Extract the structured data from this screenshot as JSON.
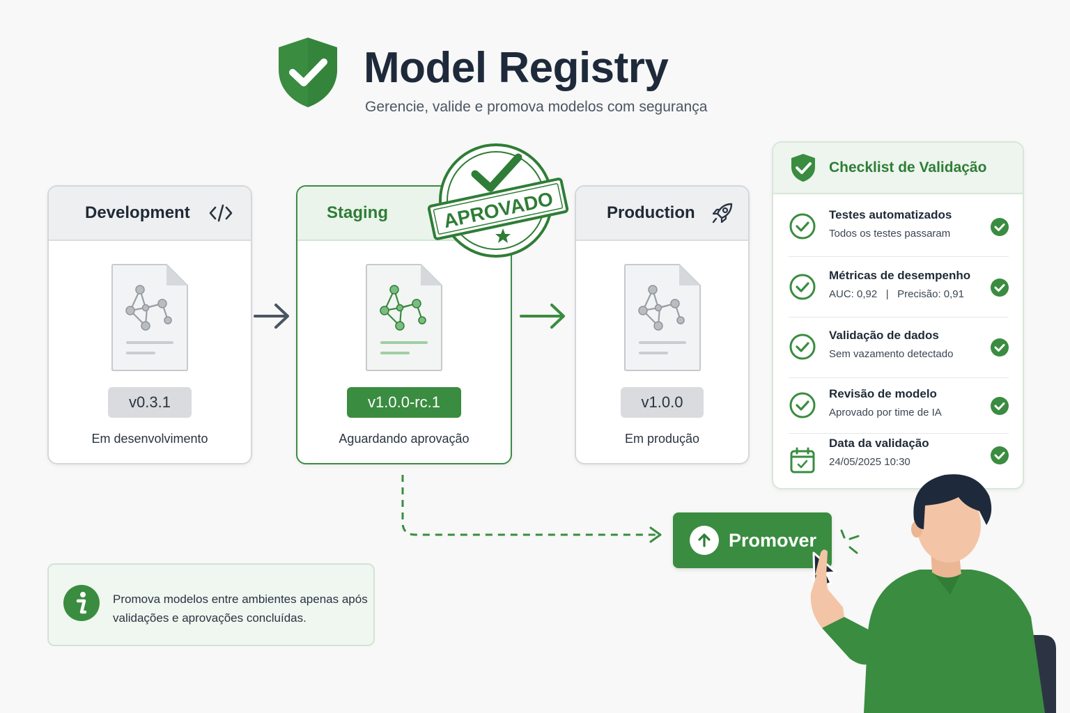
{
  "header": {
    "title": "Model Registry",
    "subtitle": "Gerencie, valide e promova modelos com segurança"
  },
  "stages": [
    {
      "name": "Development",
      "icon": "code-icon",
      "version": "v0.3.1",
      "status": "Em desenvolvimento"
    },
    {
      "name": "Staging",
      "icon": "",
      "version": "v1.0.0-rc.1",
      "status": "Aguardando aprovação"
    },
    {
      "name": "Production",
      "icon": "rocket-icon",
      "version": "v1.0.0",
      "status": "Em produção"
    }
  ],
  "stamp": {
    "label": "APROVADO"
  },
  "checklist": {
    "title": "Checklist de Validação",
    "items": [
      {
        "title": "Testes automatizados",
        "detail": "Todos os testes passaram",
        "icon": "check-circle-icon"
      },
      {
        "title": "Métricas de desempenho",
        "detail": "AUC: 0,92   |   Precisão: 0,91",
        "icon": "check-circle-icon"
      },
      {
        "title": "Validação de dados",
        "detail": "Sem vazamento detectado",
        "icon": "check-circle-icon"
      },
      {
        "title": "Revisão de modelo",
        "detail": "Aprovado por time de IA",
        "icon": "check-circle-icon"
      },
      {
        "title": "Data da validação",
        "detail": "24/05/2025 10:30",
        "icon": "calendar-icon"
      }
    ]
  },
  "promote": {
    "label": "Promover"
  },
  "info": {
    "text": "Promova modelos entre ambientes apenas após validações e aprovações concluídas."
  },
  "colors": {
    "accent": "#3a8c40",
    "dark_text": "#1e2a3b",
    "neutral_badge": "#d9dbde"
  }
}
